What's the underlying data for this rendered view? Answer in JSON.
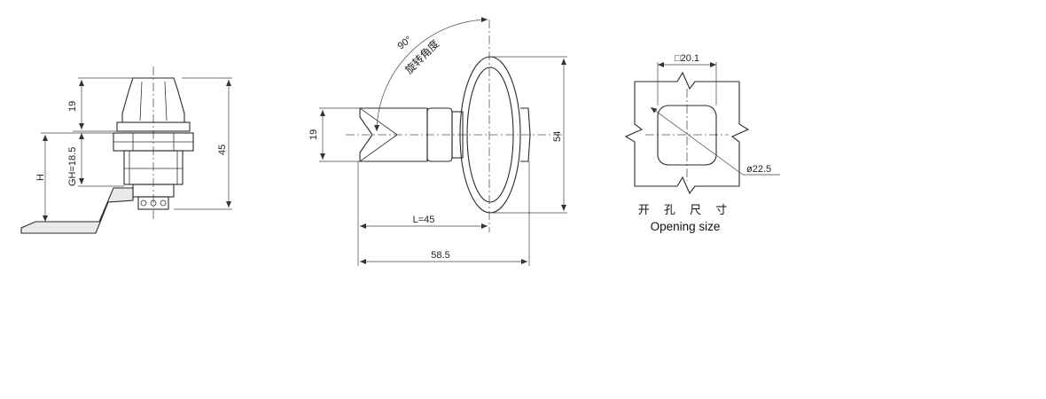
{
  "side_view": {
    "dim_top": "19",
    "dim_gh": "GH=18.5",
    "dim_h": "H",
    "dim_total": "45"
  },
  "key_view": {
    "angle_value": "90°",
    "angle_caption": "旋转角度",
    "dim_height": "19",
    "dim_length": "L=45",
    "dim_overall": "58.5",
    "dim_handle": "54"
  },
  "opening": {
    "dim_square": "□20.1",
    "dim_diameter": "ø22.5",
    "caption_cn": "开 孔 尺 寸",
    "caption_en": "Opening size"
  }
}
